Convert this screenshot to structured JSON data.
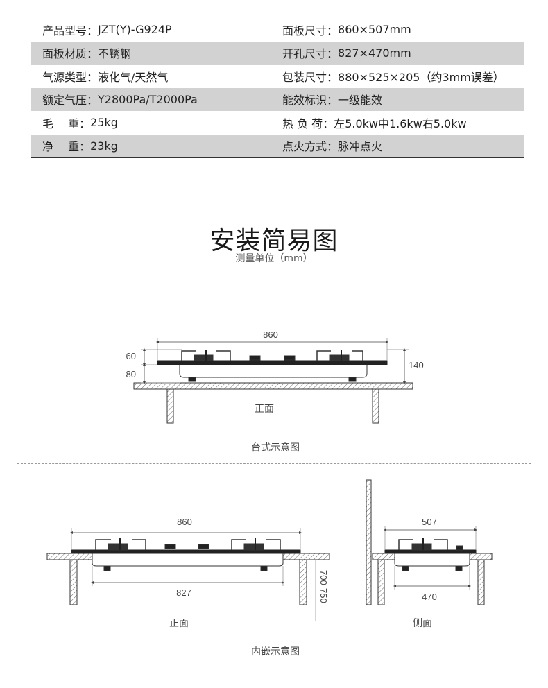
{
  "specs": {
    "rows": [
      {
        "l_label": "产品型号：",
        "l_value": "JZT(Y)-G924P",
        "r_label": "面板尺寸：",
        "r_value": "860×507mm"
      },
      {
        "l_label": "面板材质：",
        "l_value": "不锈钢",
        "r_label": "开孔尺寸：",
        "r_value": "827×470mm"
      },
      {
        "l_label": "气源类型：",
        "l_value": "液化气/天然气",
        "r_label": "包装尺寸：",
        "r_value": "880×525×205（约3mm误差）"
      },
      {
        "l_label": "额定气压：",
        "l_value": "Y2800Pa/T2000Pa",
        "r_label": "能效标识：",
        "r_value": "一级能效"
      },
      {
        "l_label": "毛　 重：",
        "l_value": "25kg",
        "r_label": "热 负 荷：",
        "r_value": "左5.0kw中1.6kw右5.0kw"
      },
      {
        "l_label": "净　 重：",
        "l_value": "23kg",
        "r_label": "点火方式：",
        "r_value": "脉冲点火"
      }
    ]
  },
  "install": {
    "title": "安装简易图",
    "subtitle": "测量单位（mm）"
  },
  "tabletop": {
    "width_label": "860",
    "height_top_label": "60",
    "height_bottom_label": "80",
    "height_total_label": "140",
    "view_label": "正面",
    "caption": "台式示意图"
  },
  "builtin_front": {
    "width_label": "860",
    "cutout_label": "827",
    "height_label": "700-750",
    "view_label": "正面"
  },
  "builtin_side": {
    "width_label": "507",
    "cutout_label": "470",
    "view_label": "侧面"
  },
  "builtin_caption": "内嵌示意图",
  "colors": {
    "alt_row": "#d2d2d2",
    "line": "#333333",
    "panel": "#222222"
  }
}
